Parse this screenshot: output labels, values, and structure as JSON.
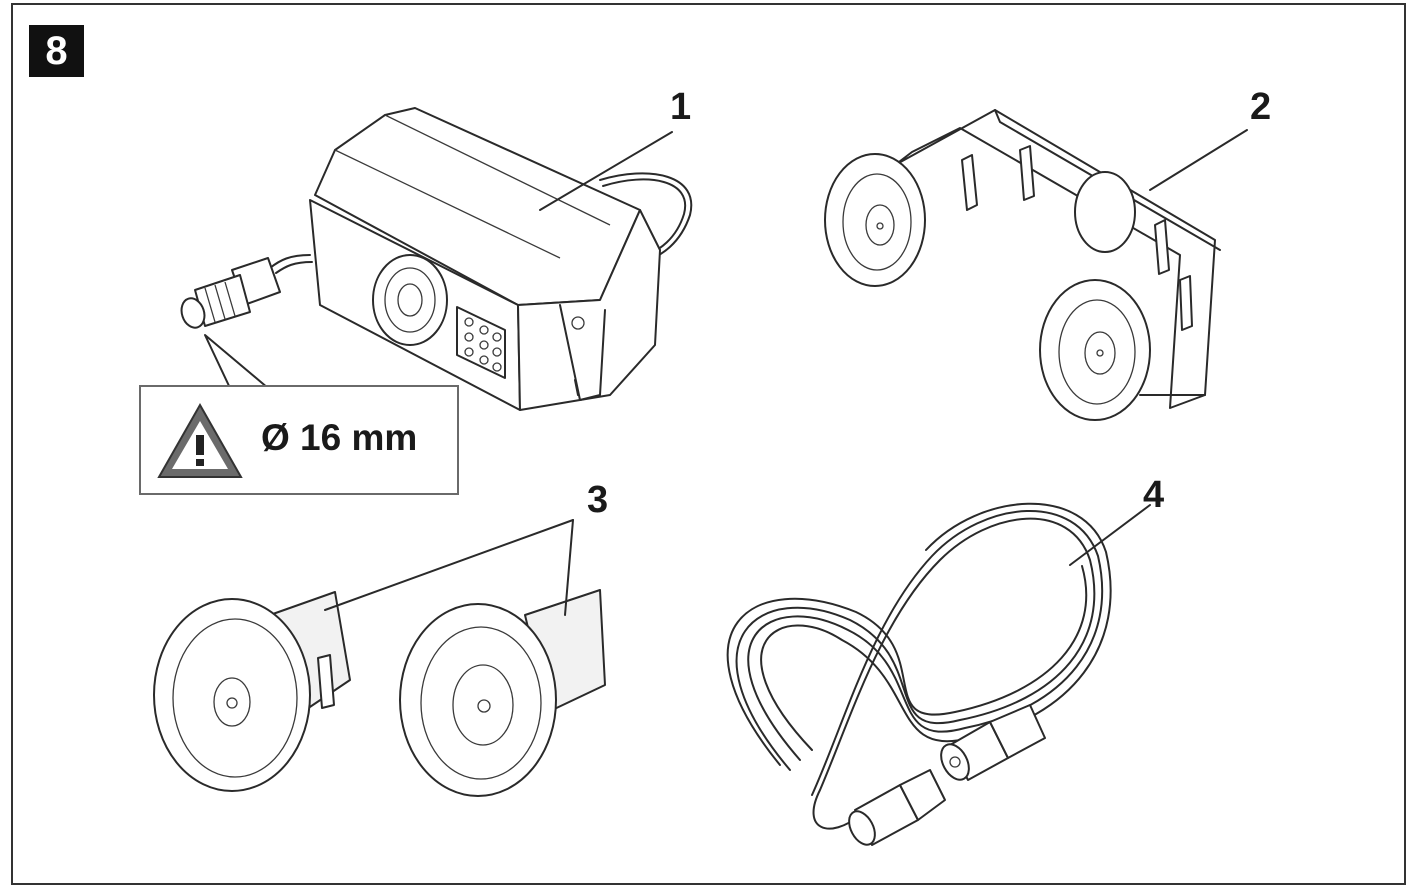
{
  "figure": {
    "number": "8"
  },
  "callouts": {
    "c1": "1",
    "c2": "2",
    "c3": "3",
    "c4": "4"
  },
  "warning": {
    "icon": "warning-triangle-icon",
    "text": "Ø 16 mm"
  },
  "colors": {
    "line": "#2a2a2a",
    "badge": "#111111",
    "frame": "#333333"
  }
}
